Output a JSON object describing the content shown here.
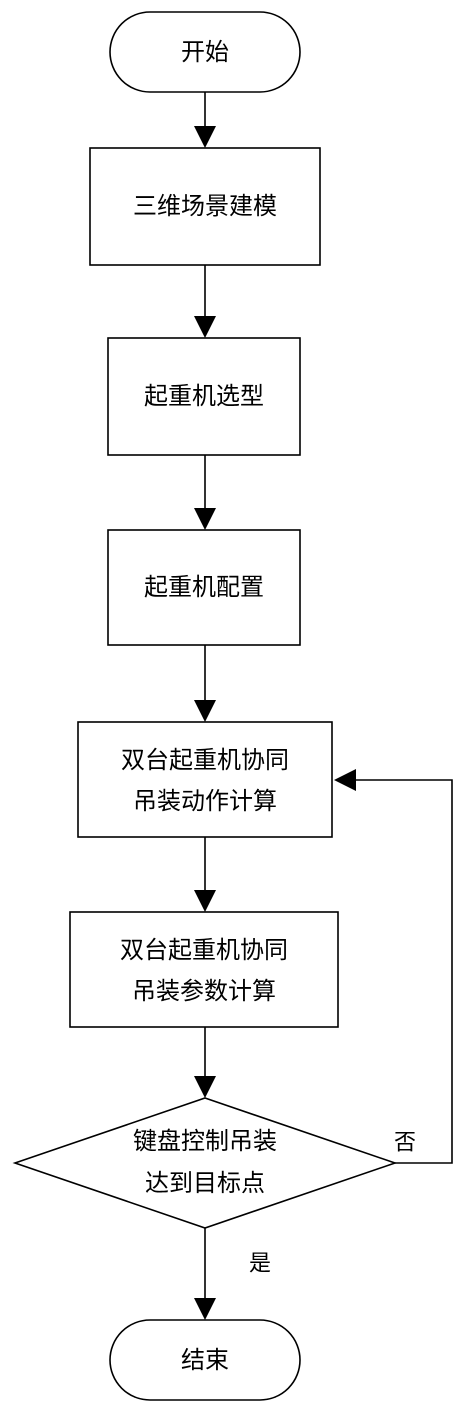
{
  "flowchart": {
    "start": "开始",
    "step_modeling": "三维场景建模",
    "step_selection": "起重机选型",
    "step_config": "起重机配置",
    "step_motion_line1": "双台起重机协同",
    "step_motion_line2": "吊装动作计算",
    "step_params_line1": "双台起重机协同",
    "step_params_line2": "吊装参数计算",
    "decision_line1": "键盘控制吊装",
    "decision_line2": "达到目标点",
    "label_no": "否",
    "label_yes": "是",
    "end": "结束"
  }
}
